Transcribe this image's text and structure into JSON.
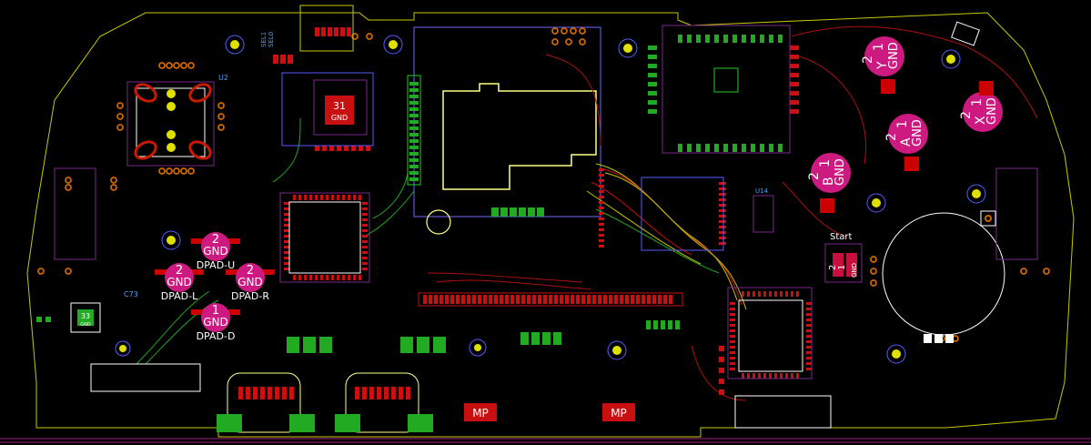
{
  "colors": {
    "background": "#000000",
    "outline": "#c8c800",
    "copper_front": "#c8102e",
    "copper_back": "#22aa22",
    "silk": "#ffffff",
    "pad_magenta": "#cc1a80",
    "pad_red": "#cc0000",
    "pad_gold": "#c8c800",
    "courtyard": "#7a2a8a",
    "mount_hole": "#e0e000",
    "text_silk": "#e6e6e6"
  },
  "components": {
    "u2_ref": "U2",
    "u14_ref": "U14",
    "c73_ref": "C73",
    "sel0_ref": "SEL0",
    "sel1_ref": "SEL1",
    "start_label": "Start",
    "start_pad_1": "1",
    "start_pad_2": "2",
    "start_gnd": "GND"
  },
  "face_buttons": [
    {
      "name": "Y",
      "pin1": "1",
      "pin2": "2",
      "gnd": "GND"
    },
    {
      "name": "A",
      "pin1": "1",
      "pin2": "2",
      "gnd": "GND"
    },
    {
      "name": "X",
      "pin1": "1",
      "pin2": "2",
      "gnd": "GND"
    },
    {
      "name": "B",
      "pin1": "1",
      "pin2": "2",
      "gnd": "GND"
    }
  ],
  "dpad": [
    {
      "name": "DPAD-U",
      "pin": "2",
      "gnd": "GND"
    },
    {
      "name": "DPAD-L",
      "pin": "2",
      "gnd": "GND"
    },
    {
      "name": "DPAD-R",
      "pin": "2",
      "gnd": "GND"
    },
    {
      "name": "DPAD-D",
      "pin": "1",
      "gnd": "GND"
    }
  ],
  "chip_labels": {
    "u31_num": "31",
    "u31_gnd": "GND",
    "u33_num": "33",
    "u33_gnd": "GND"
  },
  "mp_labels": [
    "MP",
    "MP"
  ]
}
